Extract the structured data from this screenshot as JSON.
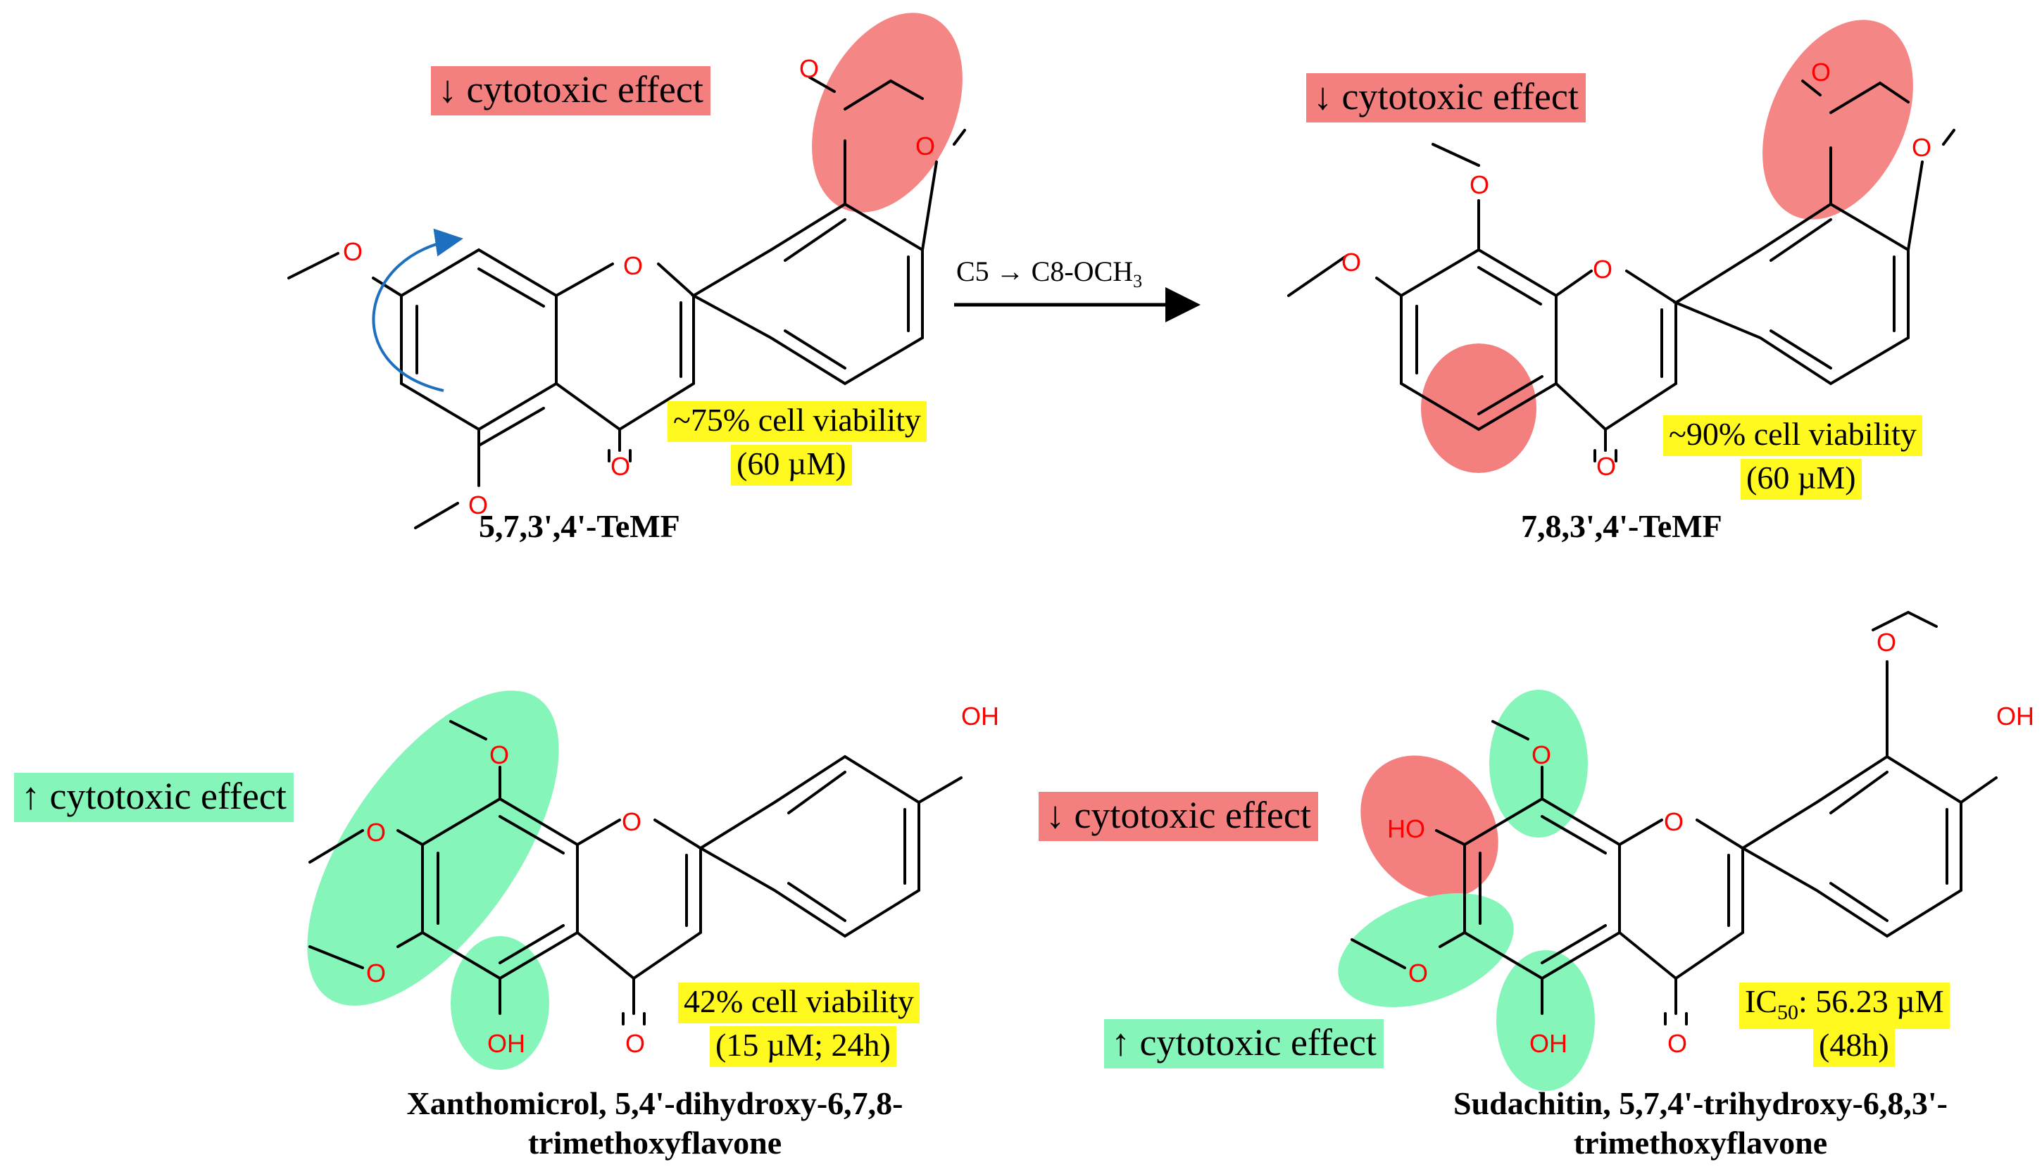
{
  "effect_labels": {
    "top_left": "↓ cytotoxic effect",
    "top_right": "↓ cytotoxic effect",
    "bottom_left": "↑ cytotoxic effect",
    "bottom_middle_decrease": "↓ cytotoxic effect",
    "bottom_middle_increase": "↑ cytotoxic effect"
  },
  "reaction": {
    "label": "C5 → C8-OCH",
    "subscript": "3"
  },
  "compounds": [
    {
      "name": "5,7,3',4'-TeMF",
      "viability_line1": "~75% cell viability",
      "viability_line2": "(60 µM)"
    },
    {
      "name": "7,8,3',4'-TeMF",
      "viability_line1": "~90% cell viability",
      "viability_line2": "(60 µM)"
    },
    {
      "name_line1": "Xanthomicrol, 5,4'-dihydroxy-6,7,8-",
      "name_line2": "trimethoxyflavone",
      "viability_line1": "42% cell viability",
      "viability_line2": "(15 µM; 24h)"
    },
    {
      "name_line1": "Sudachitin, 5,7,4'-trihydroxy-6,8,3'-",
      "name_line2": "trimethoxyflavone",
      "ic50_prefix": "IC",
      "ic50_sub": "50",
      "ic50_value": ": 56.23 µM",
      "viability_line2": "(48h)"
    }
  ],
  "atoms": {
    "oxygen": "O",
    "hydroxyl_right": "OH",
    "hydroxyl_left": "HO"
  },
  "colors": {
    "decrease_highlight": "#f47f7f",
    "increase_highlight": "#86f5ba",
    "data_highlight": "#fff91f",
    "heteroatom": "#ff0000",
    "rotation_arrow": "#1f6fbf"
  }
}
